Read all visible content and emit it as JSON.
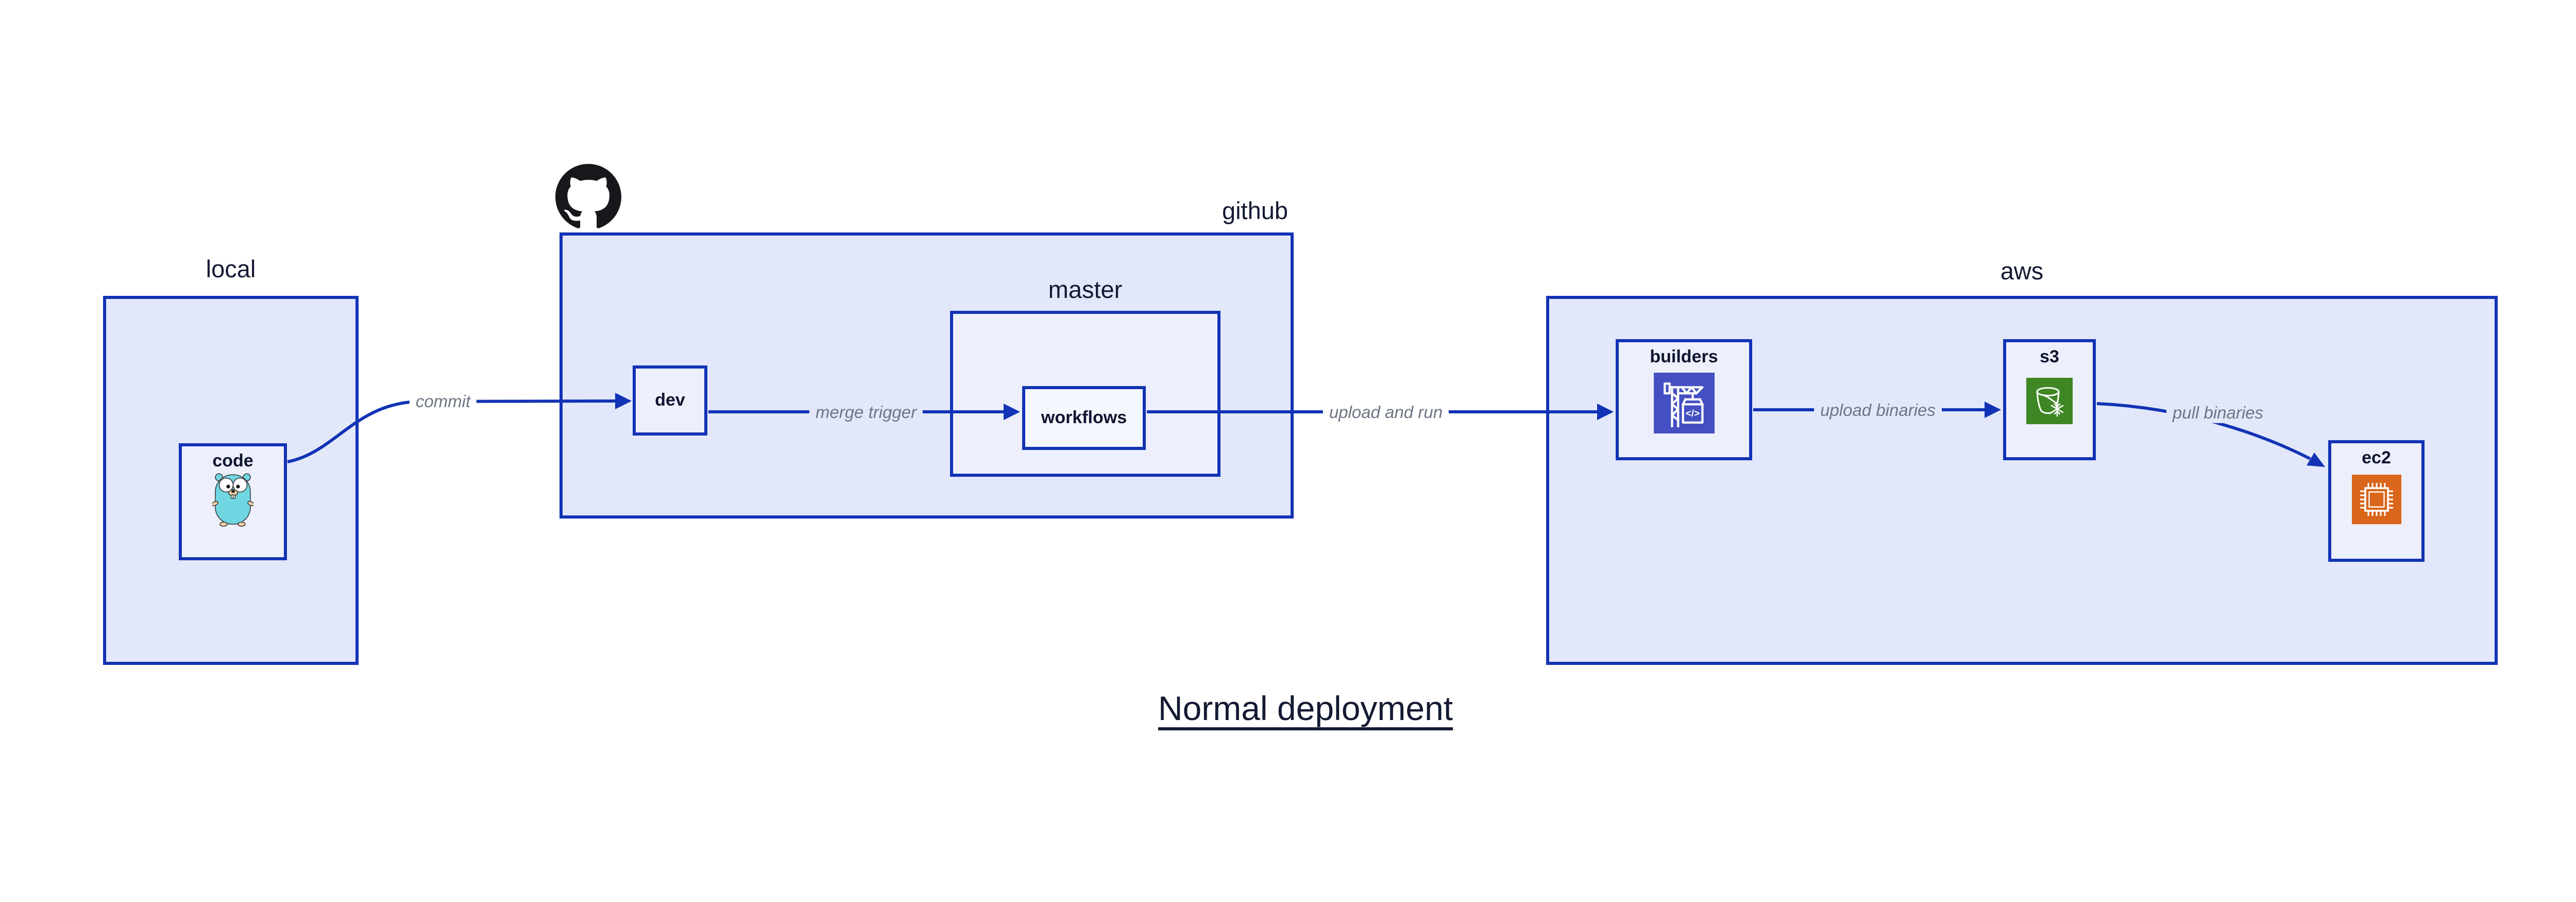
{
  "title": {
    "text": "Normal deployment"
  },
  "containers": {
    "local": {
      "label": "local"
    },
    "github": {
      "label": "github"
    },
    "master": {
      "label": "master"
    },
    "aws": {
      "label": "aws"
    }
  },
  "nodes": {
    "code": {
      "label": "code",
      "icon": "go-gopher-icon"
    },
    "dev": {
      "label": "dev"
    },
    "workflows": {
      "label": "workflows"
    },
    "builders": {
      "label": "builders",
      "icon": "codebuild-crane-icon",
      "icon_code_glyph": "</>"
    },
    "s3": {
      "label": "s3",
      "icon": "s3-glacier-bucket-icon"
    },
    "ec2": {
      "label": "ec2",
      "icon": "ec2-chip-icon"
    }
  },
  "logos": {
    "github": "github-octocat-icon"
  },
  "edges": [
    {
      "from": "code",
      "to": "dev",
      "label": "commit"
    },
    {
      "from": "dev",
      "to": "workflows",
      "label": "merge trigger"
    },
    {
      "from": "workflows",
      "to": "builders",
      "label": "upload and run"
    },
    {
      "from": "builders",
      "to": "s3",
      "label": "upload binaries"
    },
    {
      "from": "s3",
      "to": "ec2",
      "label": "pull binaries"
    }
  ],
  "colors": {
    "border_blue": "#1233b5",
    "container_fill": "#e2e8fa",
    "node_fill": "#edf0fc",
    "inner_node_fill": "#f5f7fe",
    "edge_label_gray": "#6e7584",
    "text_navy": "#141a33",
    "codebuild_indigo": "#4450c2",
    "s3_green": "#3f8624",
    "ec2_orange": "#d9661a",
    "gopher_teal": "#6fd6e2"
  }
}
